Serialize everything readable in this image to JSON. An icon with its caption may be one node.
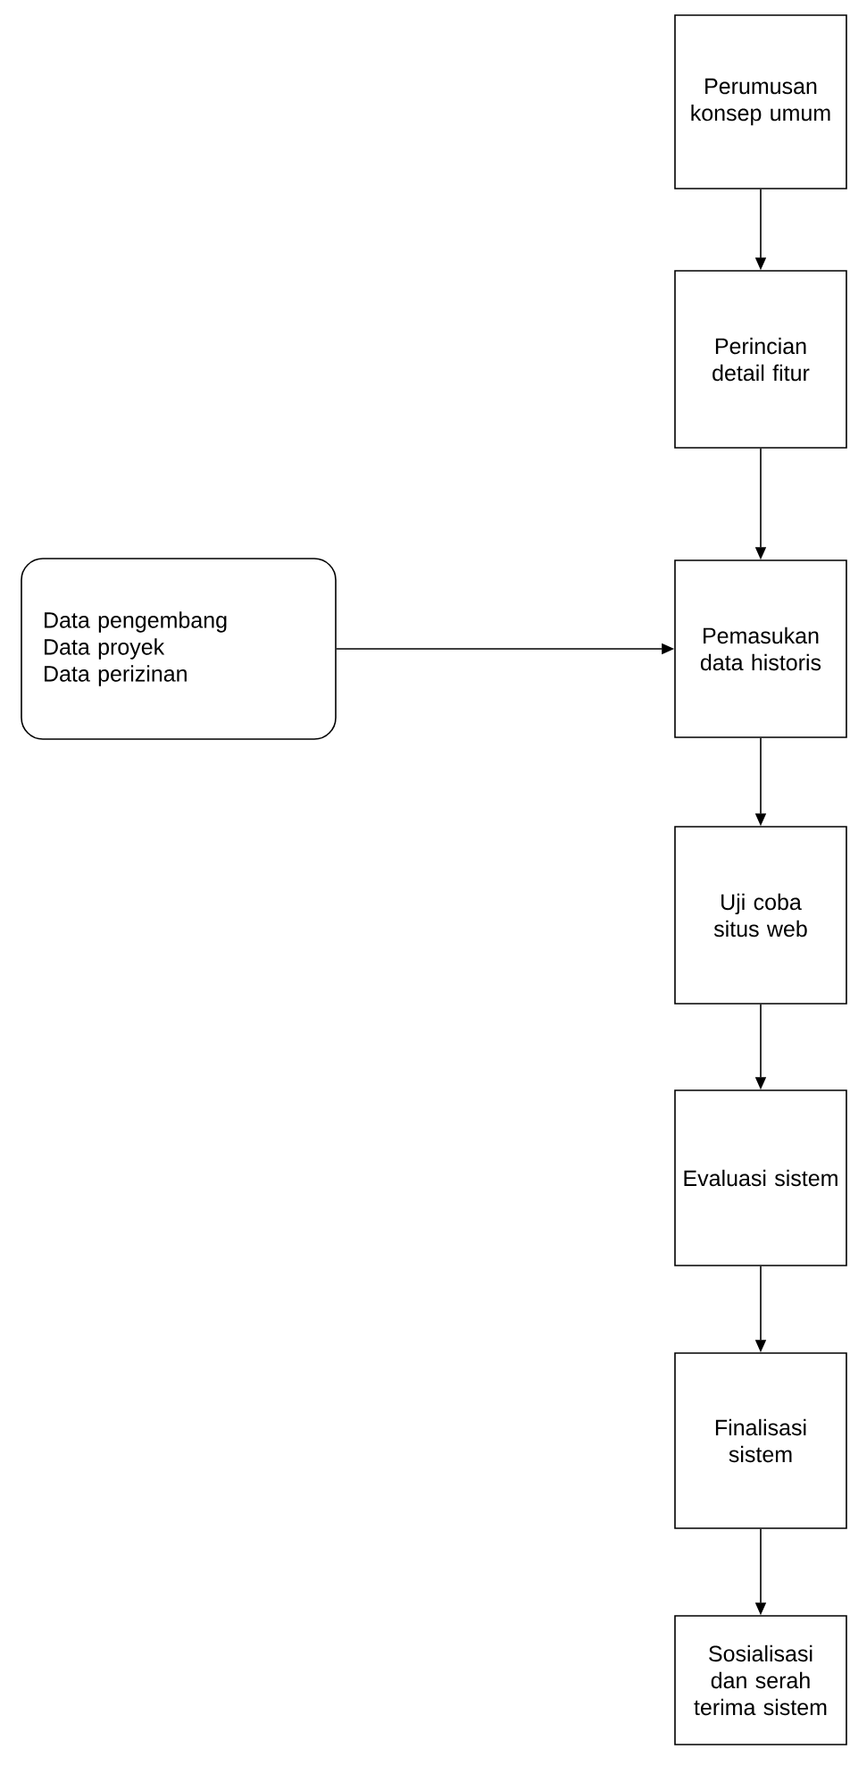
{
  "diagram": {
    "nodes": [
      {
        "text": [
          "Perumusan konsep umum"
        ]
      },
      {
        "text": [
          "Perincian detail fitur"
        ]
      },
      {
        "text": [
          "Data pengembang",
          "Data proyek",
          "Data perizinan"
        ]
      },
      {
        "text": [
          "Pemasukan data historis"
        ]
      },
      {
        "text": [
          "Uji coba situs web"
        ]
      },
      {
        "text": [
          "Evaluasi sistem"
        ]
      },
      {
        "text": [
          "Finalisasi sistem"
        ]
      },
      {
        "text": [
          "Sosialisasi dan serah terima sistem"
        ]
      }
    ],
    "edges": [
      {
        "from": 0,
        "to": 1,
        "arrow": "to"
      },
      {
        "from": 1,
        "to": 3,
        "arrow": "to"
      },
      {
        "from": 2,
        "to": 3,
        "arrow": "to"
      },
      {
        "from": 3,
        "to": 4,
        "arrow": "to"
      },
      {
        "from": 4,
        "to": 5,
        "arrow": "to"
      },
      {
        "from": 5,
        "to": 6,
        "arrow": "to"
      },
      {
        "from": 6,
        "to": 7,
        "arrow": "to"
      }
    ]
  }
}
